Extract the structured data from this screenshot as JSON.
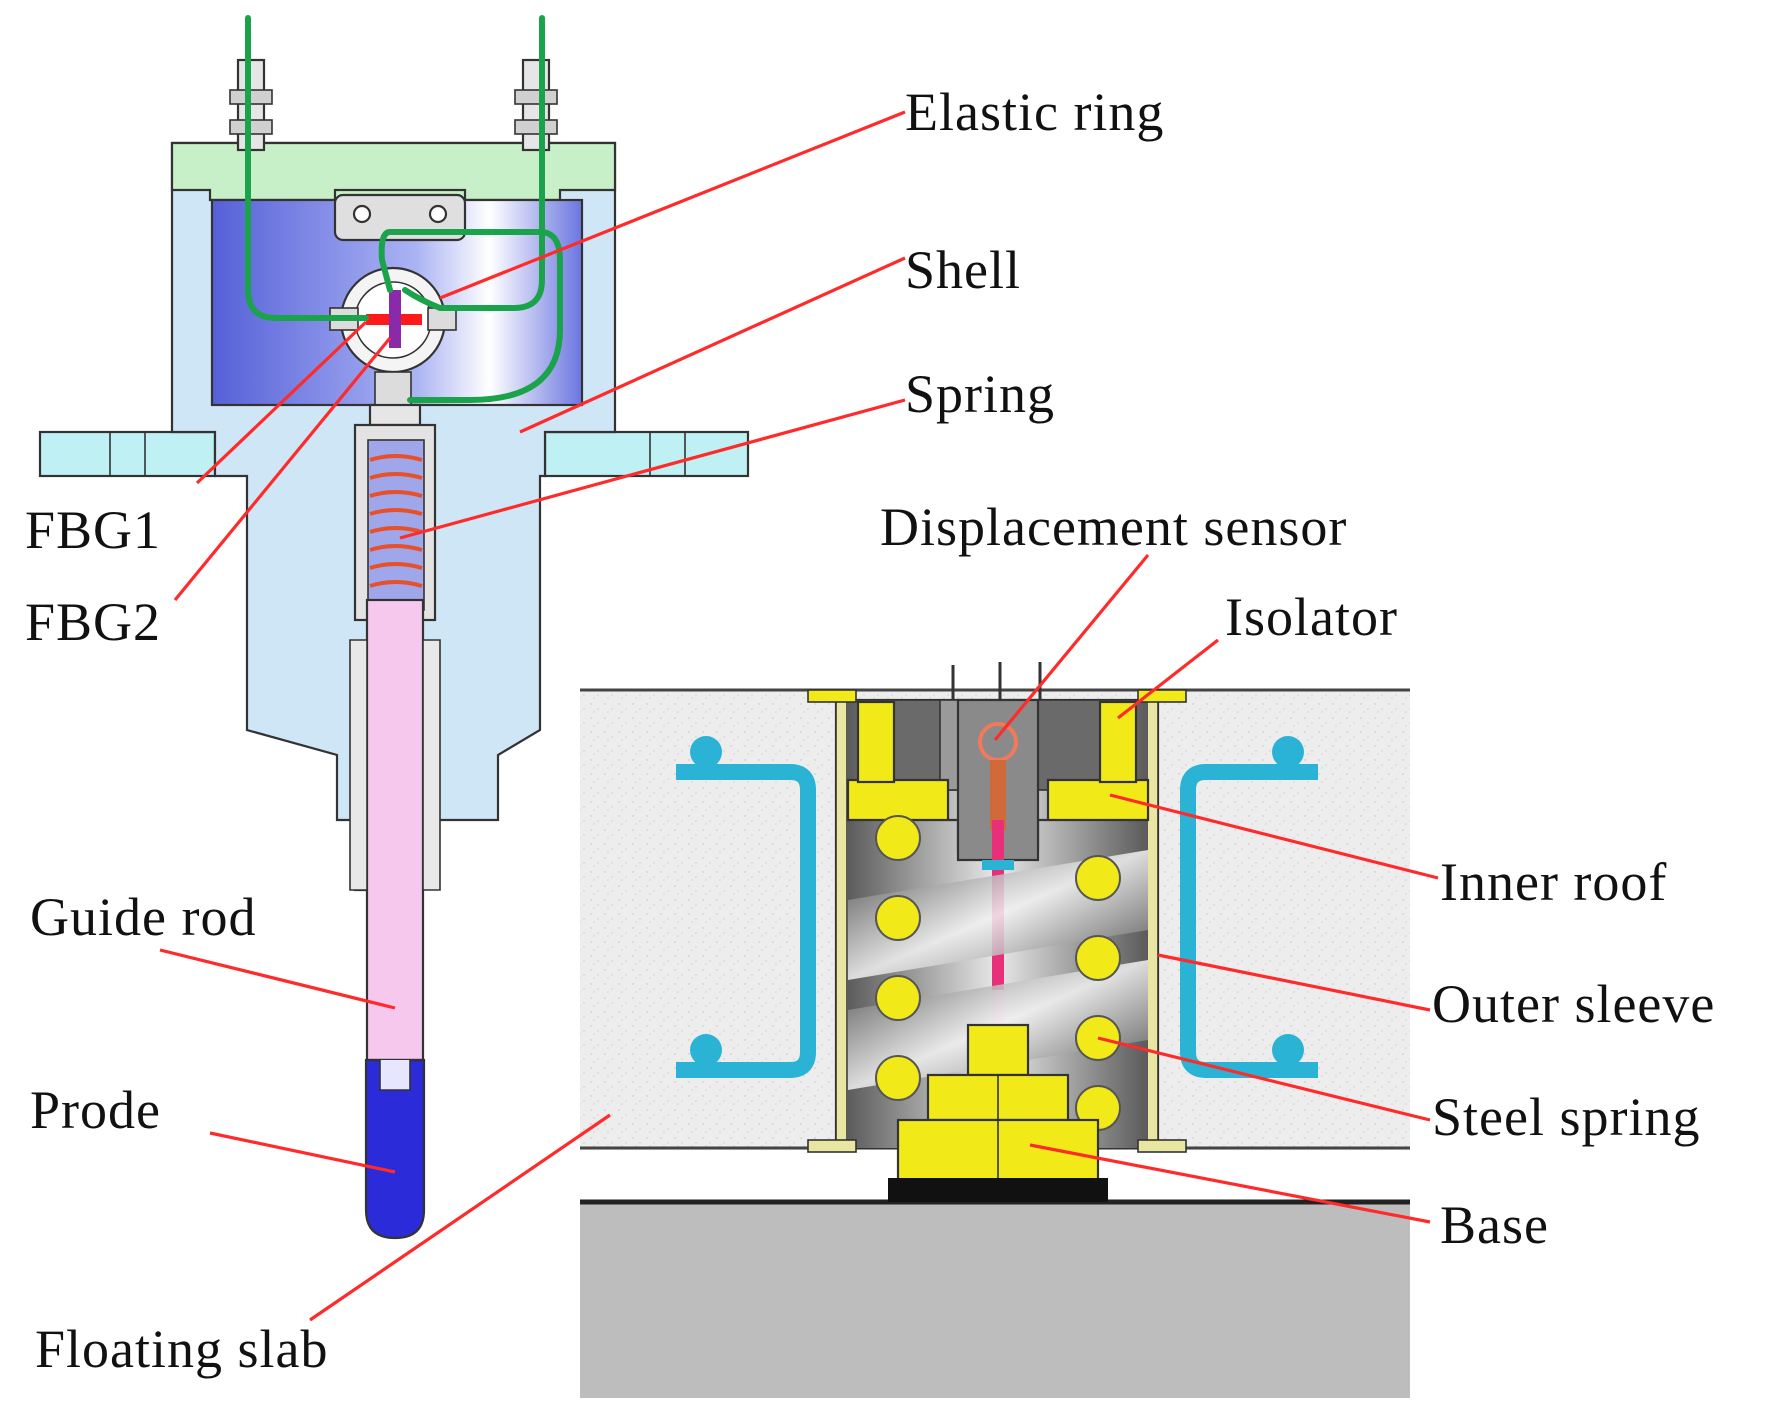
{
  "labels": {
    "elastic_ring": "Elastic ring",
    "shell": "Shell",
    "spring": "Spring",
    "fbg1": "FBG1",
    "fbg2": "FBG2",
    "guide_rod": "Guide rod",
    "probe": "Prode",
    "floating_slab": "Floating slab",
    "displacement_sensor": "Displacement sensor",
    "isolator": "Isolator",
    "inner_roof": "Inner roof",
    "outer_sleeve": "Outer sleeve",
    "steel_spring": "Steel spring",
    "base": "Base"
  },
  "colors": {
    "leader_line": "#ff2a2a",
    "fiber": "#1aa34a",
    "shell_fill": "#cfe6f7",
    "cap_fill": "#c8f0c8",
    "chamber_fill": "#7a86e8",
    "guide_rod_fill": "#f7c8ee",
    "probe_fill": "#2b2bd9",
    "isolator_yellow": "#f2ea18",
    "bracket_blue": "#2bb3d6",
    "slab_gray": "#bdbdbd",
    "spring_gray": "#8f8f8f"
  }
}
